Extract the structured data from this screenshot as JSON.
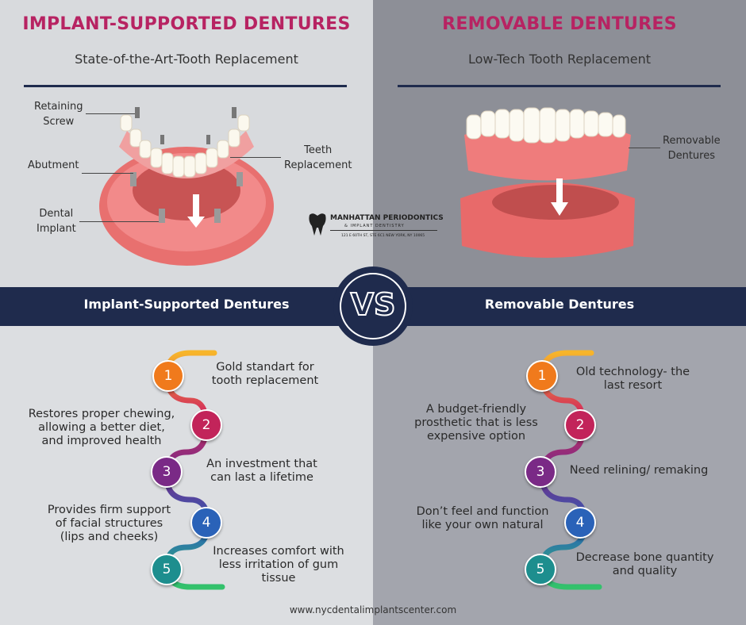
{
  "left": {
    "title": "IMPLANT-SUPPORTED DENTURES",
    "subtitle": "State-of-the-Art-Tooth Replacement",
    "labels": {
      "retaining_screw": [
        "Retaining",
        "Screw"
      ],
      "abutment": "Abutment",
      "dental_implant": [
        "Dental",
        "Implant"
      ],
      "teeth_replacement": [
        "Teeth",
        "Replacement"
      ]
    },
    "band_label": "Implant-Supported Dentures",
    "items": [
      {
        "num": "1",
        "text": [
          "Gold standart for",
          "tooth replacement"
        ]
      },
      {
        "num": "2",
        "text": [
          "Restores proper chewing,",
          "allowing a better diet,",
          "and improved health"
        ]
      },
      {
        "num": "3",
        "text": [
          "An investment that",
          "can last a lifetime"
        ]
      },
      {
        "num": "4",
        "text": [
          "Provides firm support",
          "of facial structures",
          "(lips and cheeks)"
        ]
      },
      {
        "num": "5",
        "text": [
          "Increases comfort with",
          "less irritation of gum",
          "tissue"
        ]
      }
    ]
  },
  "right": {
    "title": "REMOVABLE DENTURES",
    "subtitle": "Low-Tech Tooth Replacement",
    "labels": {
      "removable_dentures": [
        "Removable",
        "Dentures"
      ]
    },
    "band_label": "Removable Dentures",
    "items": [
      {
        "num": "1",
        "text": [
          "Old technology- the",
          "last resort"
        ]
      },
      {
        "num": "2",
        "text": [
          "A budget-friendly",
          "prosthetic that is less",
          "expensive option"
        ]
      },
      {
        "num": "3",
        "text": [
          "Need relining/ remaking"
        ]
      },
      {
        "num": "4",
        "text": [
          "Don’t feel and function",
          "like your own natural"
        ]
      },
      {
        "num": "5",
        "text": [
          "Decrease bone quantity",
          "and quality"
        ]
      }
    ]
  },
  "vs_label": "VS",
  "logo": {
    "name": "MANHATTAN PERIODONTICS",
    "sub": "& IMPLANT DENTISTRY",
    "address": "121 E 60TH ST, STE 6C1 NEW YORK, NY 10065"
  },
  "footer": "www.nycdentalimplantscenter.com",
  "colors": {
    "title": "#b72362",
    "navy": "#1f2b4d",
    "badge1": "#f07a1c",
    "badge2": "#c2245a",
    "badge3": "#7a2a86",
    "badge4": "#2a62b8",
    "badge5": "#1d8e8e"
  }
}
